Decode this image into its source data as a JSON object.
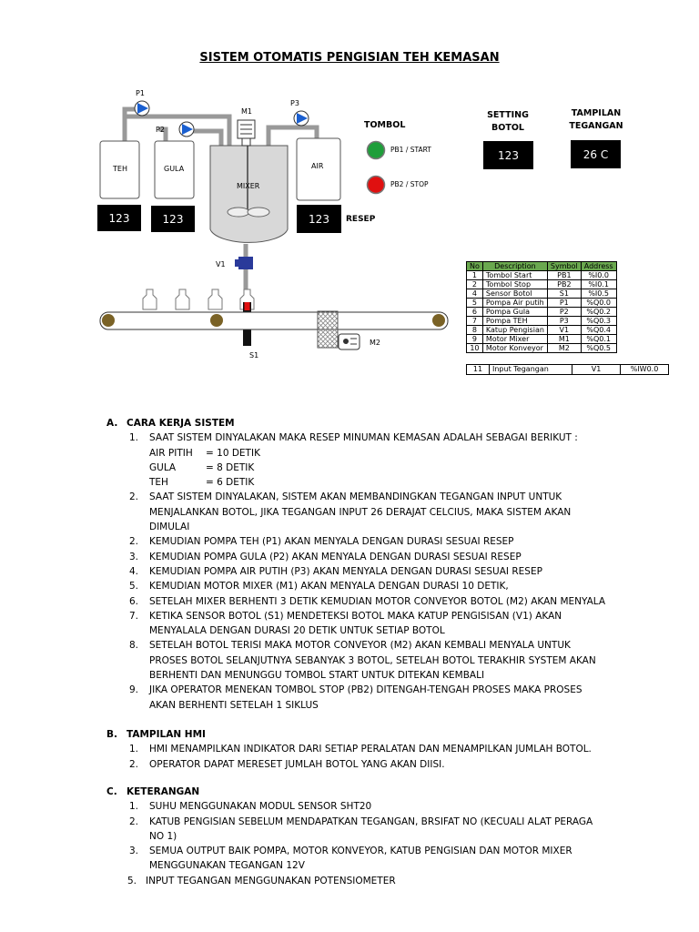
{
  "title": "SISTEM OTOMATIS PENGISIAN TEH KEMASAN",
  "diagram": {
    "pumps": {
      "p1": "P1",
      "p2": "P2",
      "p3": "P3"
    },
    "motor_mixer": "M1",
    "tanks": {
      "teh": "TEH",
      "gula": "GULA",
      "air": "AIR"
    },
    "mixer": "MIXER",
    "displays": {
      "teh": "123",
      "gula": "123",
      "air": "123",
      "setting": "123",
      "tegangan": "26 C"
    },
    "resep": "RESEP",
    "valve": "V1",
    "sensor": "S1",
    "motor_conveyor": "M2",
    "tombol": "TOMBOL",
    "pb1": "PB1 / START",
    "pb2": "PB2 / STOP",
    "setting_label_1": "SETTING",
    "setting_label_2": "BOTOL",
    "tampilan_label_1": "TAMPILAN",
    "tampilan_label_2": "TEGANGAN",
    "colors": {
      "start": "#1e9e3a",
      "stop": "#e01010",
      "pump": "#1a5fd0",
      "valve": "#2a3a9a",
      "table_head": "#6aa84f"
    }
  },
  "io_table": {
    "headers": [
      "No",
      "Description",
      "Symbol",
      "Address"
    ],
    "rows": [
      [
        "1",
        "Tombol Start",
        "PB1",
        "%I0.0"
      ],
      [
        "2",
        "Tombol Stop",
        "PB2",
        "%I0.1"
      ],
      [
        "4",
        "Sensor Botol",
        "S1",
        "%I0.5"
      ],
      [
        "5",
        "Pompa Air putih",
        "P1",
        "%Q0.0"
      ],
      [
        "6",
        "Pompa Gula",
        "P2",
        "%Q0.2"
      ],
      [
        "7",
        "Pompa TEH",
        "P3",
        "%Q0.3"
      ],
      [
        "8",
        "Katup Pengisian",
        "V1",
        "%Q0.4"
      ],
      [
        "9",
        "Motor Mixer",
        "M1",
        "%Q0.1"
      ],
      [
        "10",
        "Motor Konveyor",
        "M2",
        "%Q0.5"
      ]
    ],
    "extra": [
      "11",
      "Input Tegangan",
      "V1",
      "%IW0.0"
    ]
  },
  "section_a": {
    "letter": "A.",
    "heading": "CARA KERJA SISTEM",
    "item1": "SAAT SISTEM DINYALAKAN MAKA RESEP MINUMAN KEMASAN ADALAH SEBAGAI BERIKUT :",
    "recipe": [
      {
        "name": "AIR PITIH",
        "value": "=  10 DETIK"
      },
      {
        "name": "GULA",
        "value": "=  8 DETIK"
      },
      {
        "name": "TEH",
        "value": "=  6 DETIK"
      }
    ],
    "item2": [
      "SAAT SISTEM DINYALAKAN, SISTEM AKAN MEMBANDINGKAN TEGANGAN INPUT UNTUK",
      "MENJALANKAN BOTOL, JIKA TEGANGAN INPUT 26 DERAJAT CELCIUS, MAKA SISTEM AKAN",
      "DIMULAI"
    ],
    "item3": "KEMUDIAN POMPA TEH (P1) AKAN MENYALA DENGAN DURASI SESUAI RESEP",
    "item4": "KEMUDIAN POMPA GULA (P2) AKAN MENYALA DENGAN DURASI SESUAI RESEP",
    "item5": "KEMUDIAN POMPA AIR PUTIH (P3) AKAN MENYALA DENGAN DURASI SESUAI RESEP",
    "item6": "KEMUDIAN MOTOR MIXER (M1) AKAN MENYALA DENGAN DURASI 10 DETIK,",
    "item7": "SETELAH MIXER BERHENTI 3 DETIK KEMUDIAN MOTOR CONVEYOR BOTOL (M2) AKAN MENYALA",
    "item8": [
      "KETIKA SENSOR BOTOL (S1) MENDETEKSI BOTOL MAKA KATUP PENGISISAN (V1) AKAN",
      "MENYALALA    DENGAN DURASI 20 DETIK UNTUK SETIAP BOTOL"
    ],
    "item9": [
      "SETELAH BOTOL TERISI MAKA MOTOR CONVEYOR (M2) AKAN KEMBALI MENYALA UNTUK",
      "PROSES  BOTOL SELANJUTNYA SEBANYAK 3 BOTOL, SETELAH BOTOL TERAKHIR SYSTEM AKAN",
      "BERHENTI DAN MENUNGGU TOMBOL START UNTUK DITEKAN KEMBALI"
    ],
    "item10": [
      "JIKA OPERATOR MENEKAN TOMBOL STOP (PB2) DITENGAH-TENGAH PROSES MAKA PROSES",
      "AKAN    BERHENTI SETELAH 1 SIKLUS"
    ]
  },
  "section_b": {
    "letter": "B.",
    "heading": "TAMPILAN HMI",
    "items": [
      "HMI MENAMPILKAN INDIKATOR DARI SETIAP PERALATAN DAN MENAMPILKAN JUMLAH BOTOL.",
      "OPERATOR DAPAT MERESET JUMLAH BOTOL YANG AKAN DIISI."
    ]
  },
  "section_c": {
    "letter": "C.",
    "heading": "KETERANGAN",
    "item1": "SUHU MENGGUNAKAN MODUL SENSOR SHT20",
    "item2": [
      "KATUB PENGISIAN SEBELUM MENDAPATKAN TEGANGAN, BRSIFAT NO (KECUALI ALAT PERAGA",
      "NO 1)"
    ],
    "item3": [
      "SEMUA OUTPUT BAIK POMPA, MOTOR KONVEYOR, KATUB PENGISIAN DAN MOTOR MIXER",
      "MENGGUNAKAN TEGANGAN 12V"
    ],
    "item4": "INPUT TEGANGAN MENGGUNAKAN POTENSIOMETER"
  },
  "numbers": [
    "1.",
    "2.",
    "3.",
    "4.",
    "5.",
    "6.",
    "7.",
    "8.",
    "9."
  ]
}
